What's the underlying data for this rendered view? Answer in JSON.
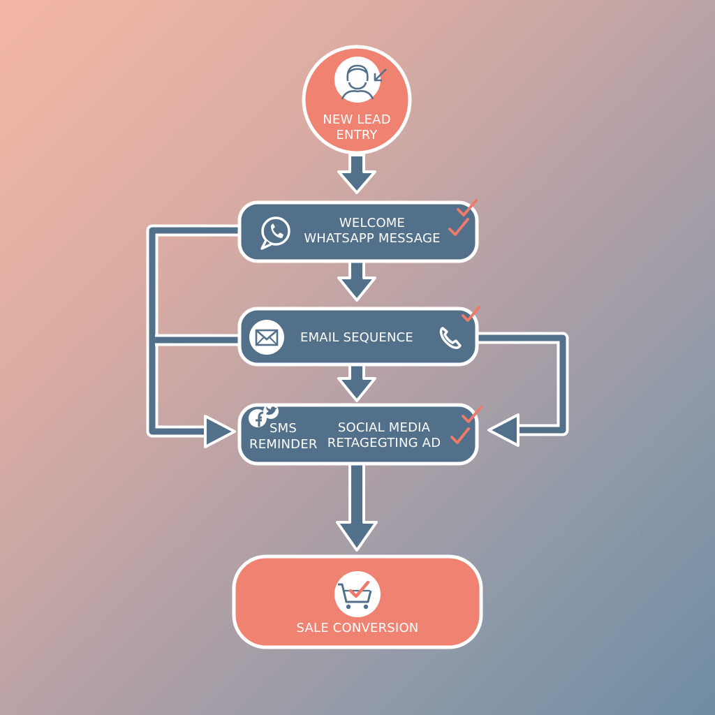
{
  "colors": {
    "coral": "#ef8270",
    "slate": "#52708a",
    "outline": "#ffffff",
    "check": "#ef7a6a"
  },
  "nodes": {
    "start": {
      "line1": "NEW LEAD",
      "line2": "ENTRY",
      "icon": "user-icon"
    },
    "whatsapp": {
      "line1": "WELCOME",
      "line2": "WHATSAPP MESSAGE",
      "icon": "whatsapp-icon"
    },
    "email": {
      "label": "EMAIL SEQUENCE",
      "icon": "envelope-icon",
      "side_icon": "phone-icon"
    },
    "sms": {
      "line1": "SMS",
      "line2": "REMINDER",
      "icons": [
        "facebook-icon",
        "twitter-icon"
      ]
    },
    "social": {
      "line1": "SOCIAL MEDIA",
      "line2": "RETAGEGTING AD"
    },
    "sale": {
      "label": "SALE CONVERSION",
      "icon": "cart-check-icon"
    }
  }
}
